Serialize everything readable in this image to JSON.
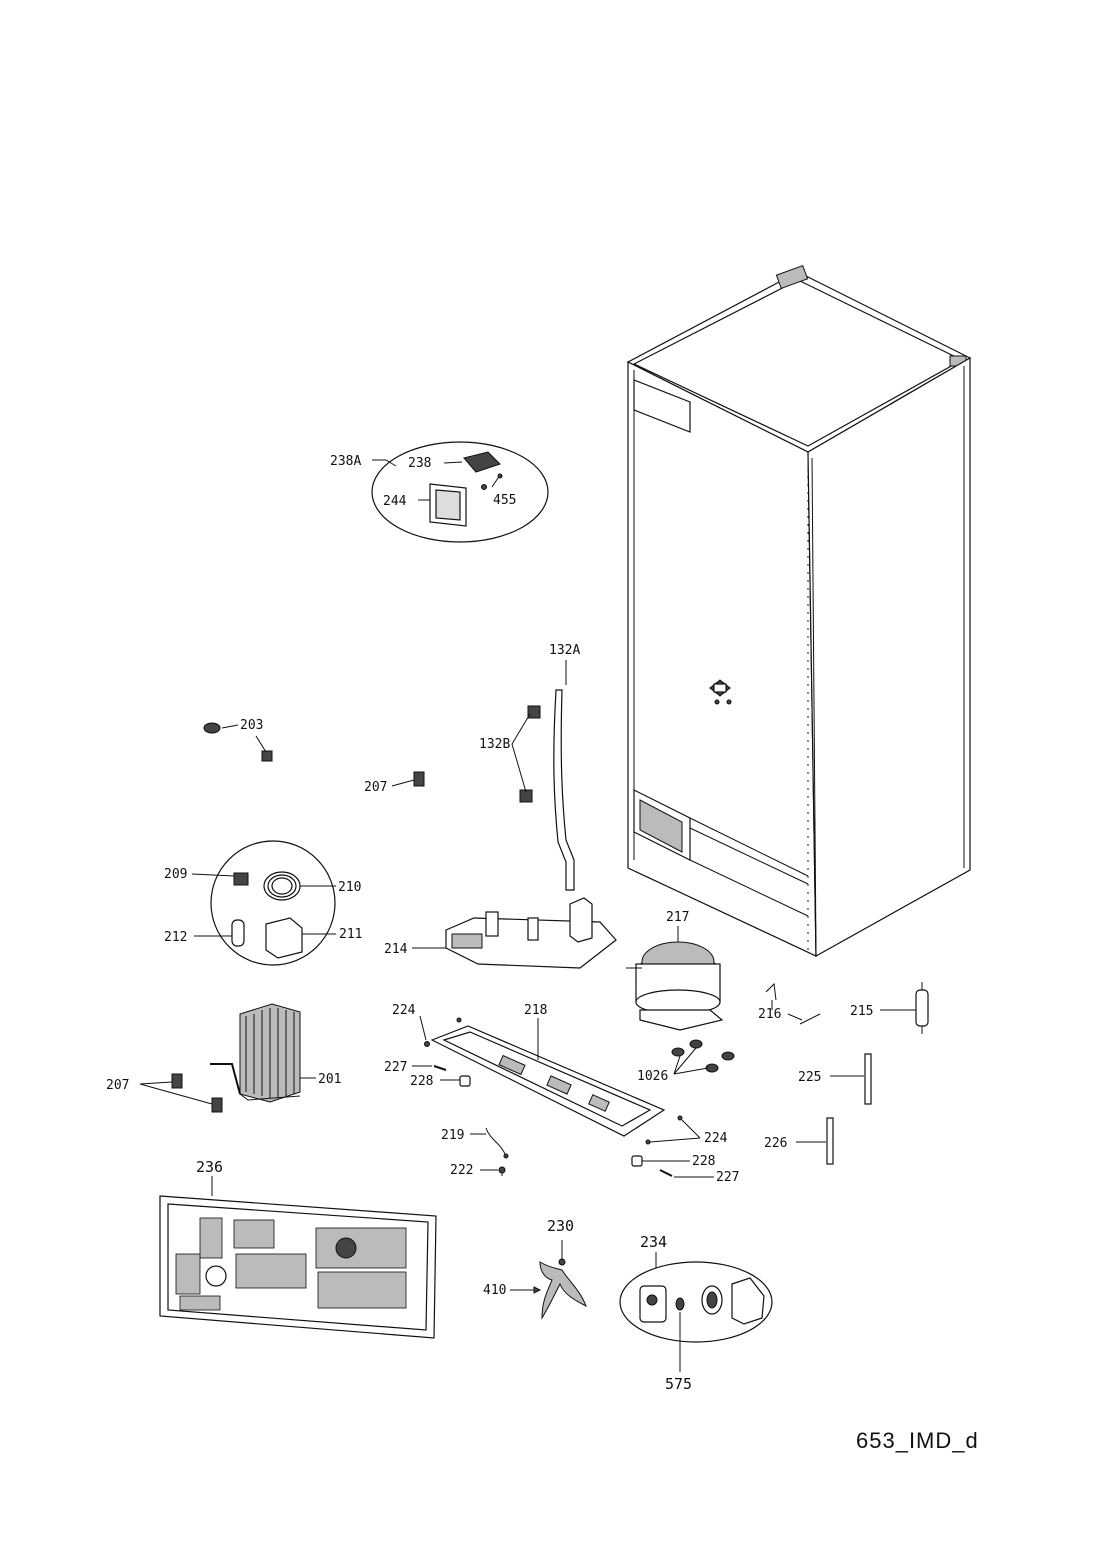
{
  "labels": {
    "l238A": "238A",
    "l238": "238",
    "l244": "244",
    "l455": "455",
    "l132A": "132A",
    "l132B": "132B",
    "l203": "203",
    "l207a": "207",
    "l209": "209",
    "l210": "210",
    "l212": "212",
    "l211": "211",
    "l214": "214",
    "l217": "217",
    "l215": "215",
    "l216": "216",
    "l224a": "224",
    "l218": "218",
    "l227a": "227",
    "l228a": "228",
    "l1026": "1026",
    "l225": "225",
    "l201": "201",
    "l207b": "207",
    "l219": "219",
    "l224b": "224",
    "l226": "226",
    "l222": "222",
    "l228b": "228",
    "l227b": "227",
    "l236": "236",
    "l230": "230",
    "l234": "234",
    "l410": "410",
    "l575": "575"
  },
  "doc_code": "653_IMD_d"
}
